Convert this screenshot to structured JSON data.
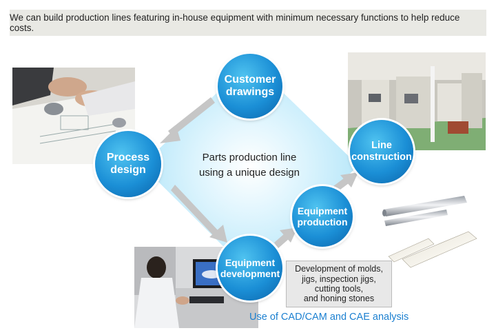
{
  "banner": {
    "text": "We can build production lines featuring in-house equipment with minimum necessary functions to help reduce costs."
  },
  "center": {
    "line1": "Parts production line",
    "line2": "using a unique design"
  },
  "nodes": {
    "customer_drawings": [
      "Customer",
      "drawings"
    ],
    "process_design": [
      "Process",
      "design"
    ],
    "line_construction": [
      "Line",
      "construction"
    ],
    "equipment_production": [
      "Equipment",
      "production"
    ],
    "equipment_development": [
      "Equipment",
      "development"
    ]
  },
  "development_box": {
    "lines": [
      "Development of molds,",
      "jigs, inspection jigs,",
      "cutting tools,",
      "and honing stones"
    ]
  },
  "cad_caption": "Use of CAD/CAM and CAE analysis",
  "colors": {
    "circle": "#1b8fd6",
    "diamond": "#cfeefb",
    "arrow": "#c8c8c8",
    "caption": "#1a7fd0"
  }
}
